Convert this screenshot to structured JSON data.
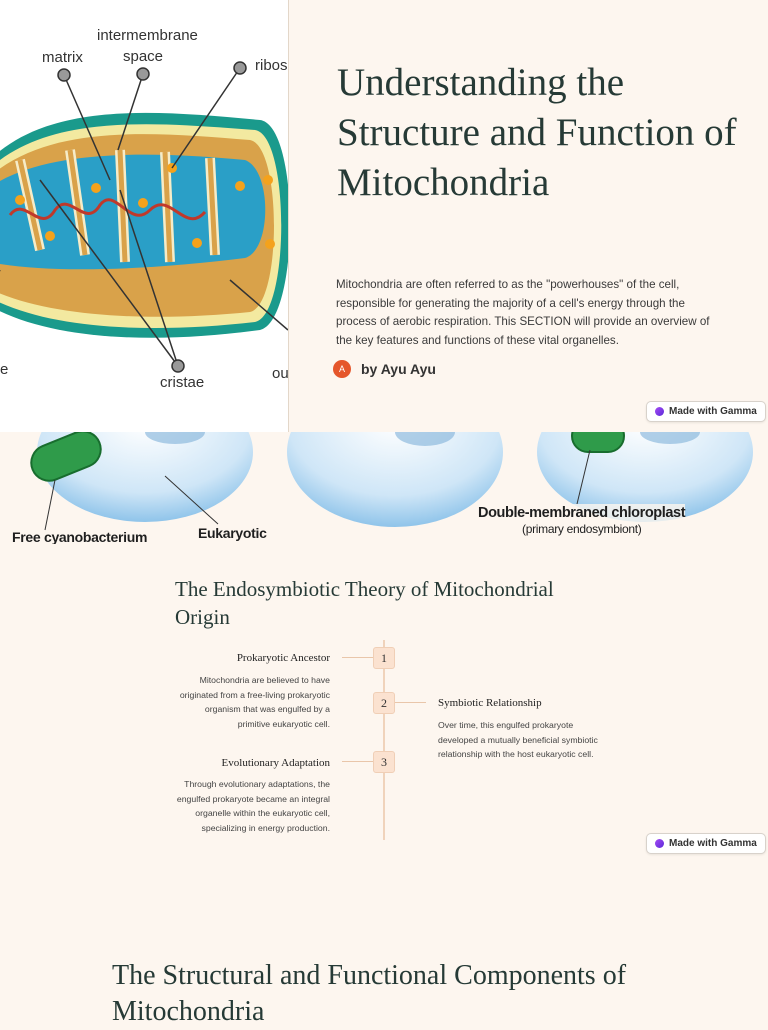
{
  "slide1": {
    "title": "Understanding the Structure and Function of Mitochondria",
    "intro": " Mitochondria are often referred to as the \"powerhouses\" of the cell, responsible for generating the majority of a cell's energy through the process of aerobic respiration. This SECTION will provide an overview of the key features and functions of these vital organelles.",
    "author_initial": "A",
    "author": "by Ayu Ayu",
    "diagram_labels": {
      "intermembrane": "intermembrane",
      "space": "space",
      "matrix": "matrix",
      "ribosome": "ribos",
      "cristae": "cristae",
      "outer": "ou",
      "left_partial": "e"
    },
    "badge": "Made with Gamma"
  },
  "slide2": {
    "image_labels": {
      "free": "Free cyanobacterium",
      "eukaryotic": "Eukaryotic",
      "double": "Double-membraned chloroplast",
      "primary": "(primary endosymbiont)"
    },
    "title": "The Endosymbiotic Theory of Mitochondrial Origin",
    "steps": [
      {
        "num": "1",
        "heading": "Prokaryotic Ancestor",
        "text": "Mitochondria are believed to have originated from a free-living prokaryotic organism that was engulfed by a primitive eukaryotic cell."
      },
      {
        "num": "2",
        "heading": "Symbiotic Relationship",
        "text": "Over time, this engulfed prokaryote developed a mutually beneficial symbiotic relationship with the host eukaryotic cell."
      },
      {
        "num": "3",
        "heading": "Evolutionary Adaptation",
        "text": "Through evolutionary adaptations, the engulfed prokaryote became an integral organelle within the eukaryotic cell, specializing in energy production."
      }
    ],
    "badge": "Made with Gamma"
  },
  "slide3": {
    "title": "The Structural and Functional Components of Mitochondria"
  },
  "colors": {
    "background": "#fdf6ef",
    "title": "#263a36",
    "avatar": "#e5562b",
    "timeline": "#f0d3bb"
  }
}
